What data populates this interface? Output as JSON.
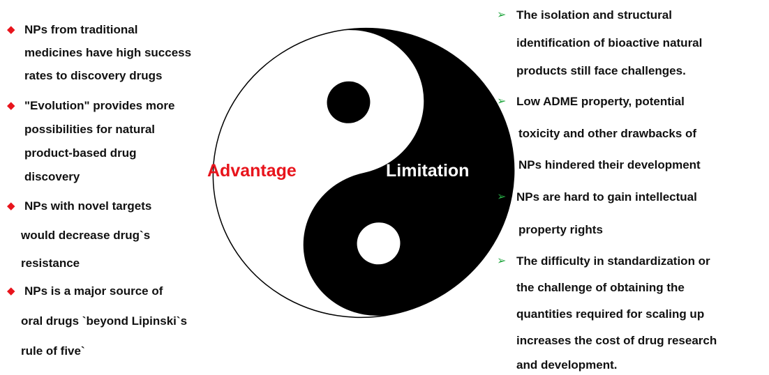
{
  "diagram": {
    "symbol": "yin-yang-icon",
    "advantage_label": "Advantage",
    "limitation_label": "Limitation",
    "colors": {
      "advantage_text": "#e8141c",
      "limitation_text": "#ffffff",
      "diamond_bullet": "#e8141c",
      "arrow_bullet": "#27a844",
      "yin": "#000000",
      "yang": "#ffffff"
    }
  },
  "advantages": [
    {
      "lines": [
        "NPs from traditional",
        "medicines have high success",
        "rates to discovery drugs"
      ]
    },
    {
      "lines": [
        "\"Evolution\" provides more",
        "possibilities for natural",
        "product-based drug",
        "discovery"
      ]
    },
    {
      "lines": [
        "NPs with novel targets",
        "would decrease drug`s",
        "resistance"
      ]
    },
    {
      "lines": [
        "NPs is a major source of",
        "oral drugs `beyond Lipinski`s",
        "rule of five`"
      ]
    }
  ],
  "limitations": [
    {
      "lines": [
        "The isolation and structural",
        "identification of bioactive natural",
        "products still face challenges."
      ]
    },
    {
      "lines": [
        "Low ADME property, potential",
        "toxicity and other drawbacks of",
        "NPs hindered their development"
      ]
    },
    {
      "lines": [
        "NPs are hard to gain intellectual",
        "property rights"
      ]
    },
    {
      "lines": [
        "The difficulty in standardization or",
        "the challenge of obtaining the",
        "quantities required for scaling up",
        "increases the cost of drug research",
        "and development."
      ]
    }
  ]
}
